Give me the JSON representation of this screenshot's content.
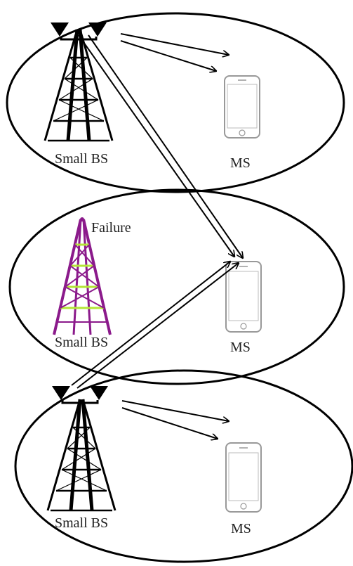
{
  "cells": [
    {
      "bs_label": "Small BS",
      "ms_label": "MS",
      "status": ""
    },
    {
      "bs_label": "Small BS",
      "ms_label": "MS",
      "status": "Failure"
    },
    {
      "bs_label": "Small BS",
      "ms_label": "MS",
      "status": ""
    }
  ],
  "colors": {
    "line": "#000000",
    "failed_tower": "#8B1A8B",
    "failed_tower_bars": "#B4E637",
    "phone_outline": "#999999"
  }
}
